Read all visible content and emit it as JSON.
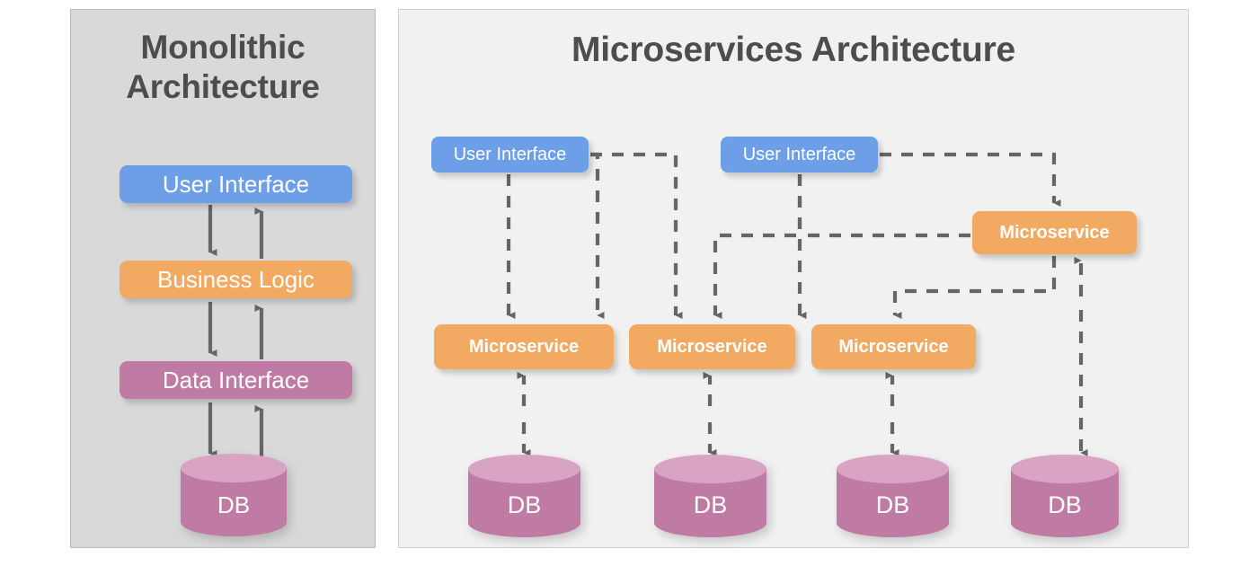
{
  "diagram": {
    "title_left": "Monolithic Architecture",
    "title_right": "Microservices Architecture",
    "colors": {
      "ui": "#6d9ee8",
      "service": "#f2a961",
      "data": "#c07ba5",
      "data_top": "#d9a4c3",
      "arrow": "#666666",
      "panel_left_bg": "#d9d9d9",
      "panel_right_bg": "#f1f1f1",
      "title_text": "#4d4d4d",
      "node_text": "#ffffff"
    }
  },
  "monolithic": {
    "panel_title_line1": "Monolithic",
    "panel_title_line2": "Architecture",
    "nodes": [
      {
        "label": "User Interface",
        "type": "ui"
      },
      {
        "label": "Business Logic",
        "type": "service"
      },
      {
        "label": "Data Interface",
        "type": "data"
      },
      {
        "label": "DB",
        "type": "database"
      }
    ],
    "connections": [
      {
        "from": "User Interface",
        "to": "Business Logic",
        "style": "solid",
        "direction": "bidirectional"
      },
      {
        "from": "Business Logic",
        "to": "Data Interface",
        "style": "solid",
        "direction": "bidirectional"
      },
      {
        "from": "Data Interface",
        "to": "DB",
        "style": "solid",
        "direction": "bidirectional"
      }
    ]
  },
  "microservices": {
    "panel_title": "Microservices Architecture",
    "user_interfaces": [
      {
        "label": "User Interface"
      },
      {
        "label": "User Interface"
      }
    ],
    "services": [
      {
        "label": "Microservice"
      },
      {
        "label": "Microservice"
      },
      {
        "label": "Microservice"
      },
      {
        "label": "Microservice"
      }
    ],
    "databases": [
      {
        "label": "DB"
      },
      {
        "label": "DB"
      },
      {
        "label": "DB"
      },
      {
        "label": "DB"
      }
    ],
    "connection_style": "dashed",
    "database_links": "bidirectional"
  }
}
